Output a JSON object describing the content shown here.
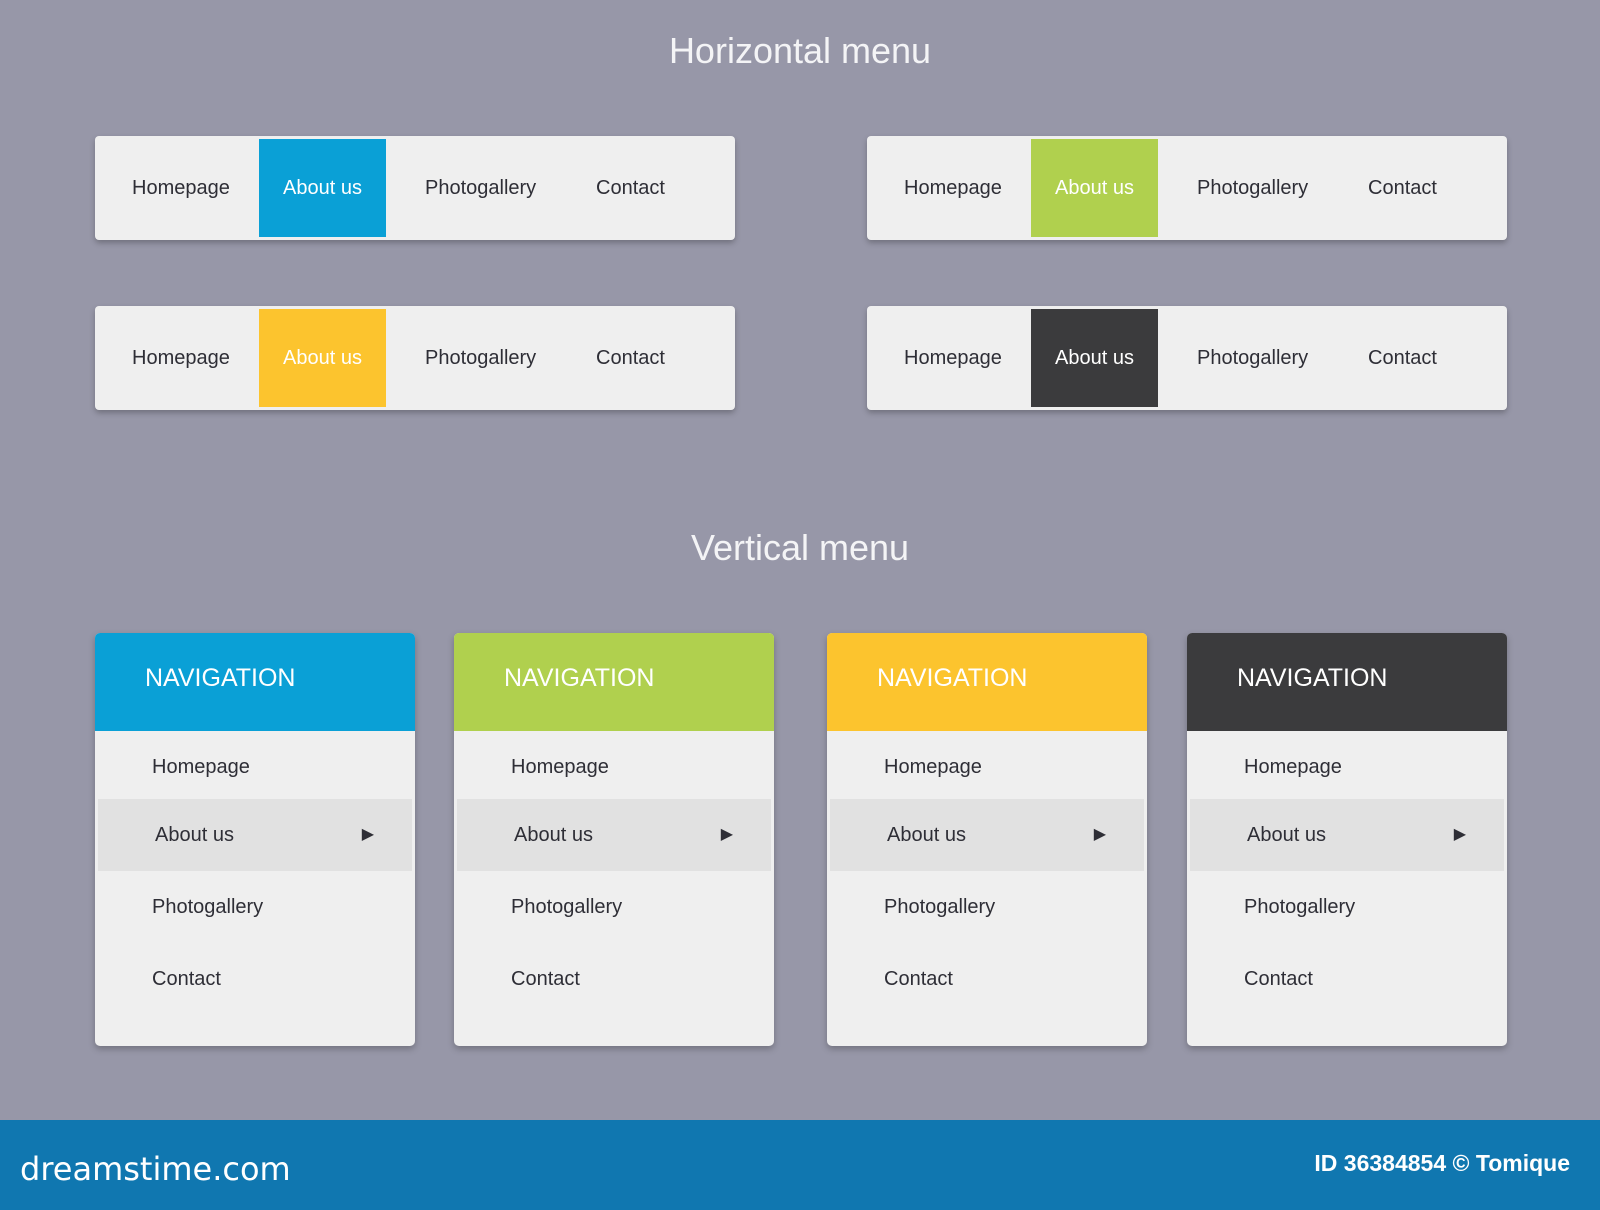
{
  "titles": {
    "horizontal": "Horizontal menu",
    "vertical": "Vertical menu"
  },
  "menu_items": [
    "Homepage",
    "About us",
    "Photogallery",
    "Contact"
  ],
  "header_label": "NAVIGATION",
  "arrow_icon": "▶",
  "colors": {
    "blue": "#0aa0d6",
    "green": "#b0d04e",
    "yellow": "#fcc42e",
    "dark": "#3b3b3d"
  },
  "footer": {
    "logo": "dreamstime.com",
    "credit": "ID 36384854 © Tomique"
  }
}
